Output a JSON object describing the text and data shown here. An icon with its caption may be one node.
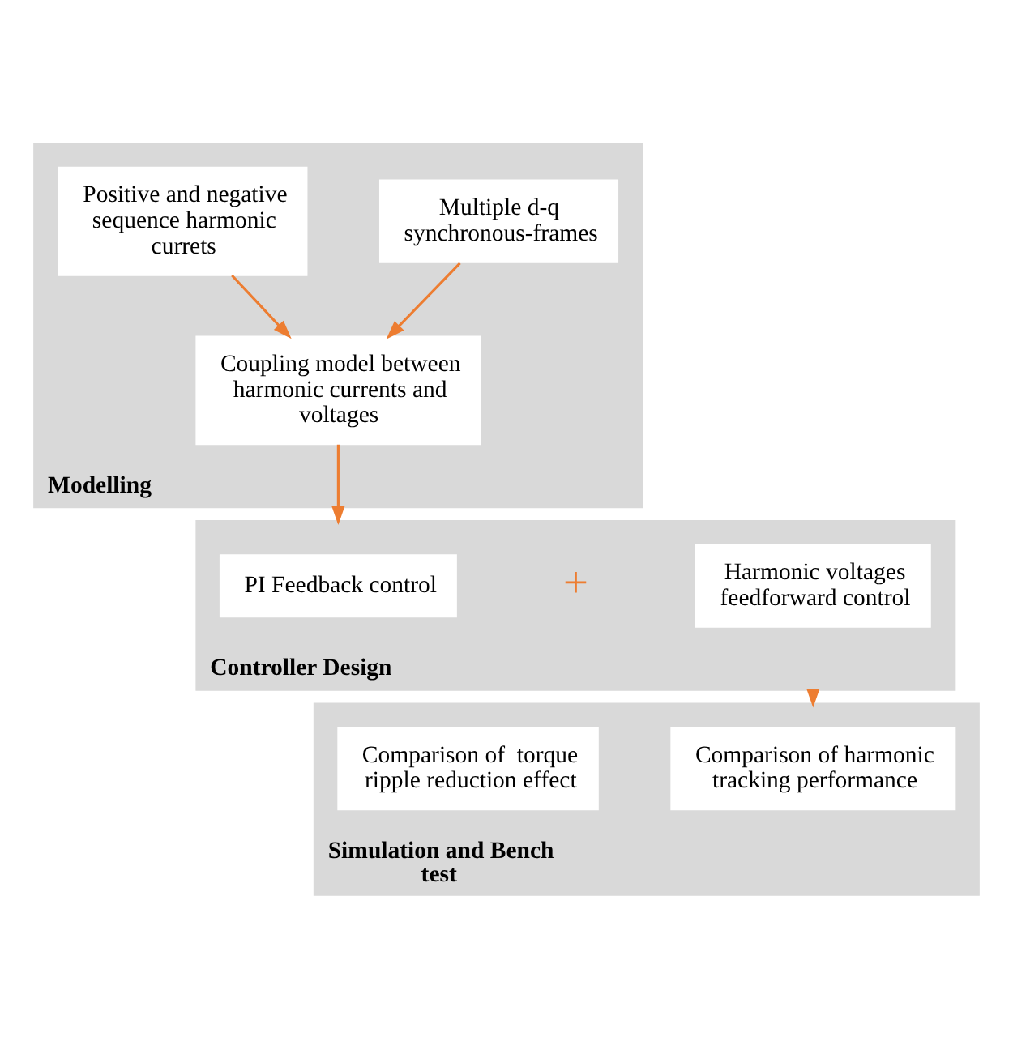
{
  "diagram": {
    "nodes": [
      {
        "text": [
          "Modelling"
        ]
      },
      {
        "text": [
          "Multiple d-q synchronous-frames"
        ],
        "in": 0
      },
      {
        "text": [
          "Positive and negative sequence harmonic currets"
        ],
        "in": 0
      },
      {
        "text": [
          "Coupling model between harmonic currents and voltages"
        ],
        "in": 0
      },
      {
        "text": [
          "Controller Design"
        ]
      },
      {
        "text": [
          "PI Feedback control"
        ],
        "in": 4
      },
      {
        "text": [
          "Harmonic voltages feedforward control"
        ],
        "in": 4
      },
      {
        "text": [
          "Simulation and Bench test"
        ]
      },
      {
        "text": [
          "Comparison of harmonic tracking performance"
        ],
        "in": 7
      },
      {
        "text": [
          "Comparison of  torque ripple reduction effect"
        ],
        "in": 7
      }
    ],
    "edges": [
      {
        "from": 1,
        "to": 3,
        "arrow": "to"
      },
      {
        "from": 2,
        "to": 3,
        "arrow": "to"
      },
      {
        "from": 3,
        "to": 4,
        "arrow": "to"
      },
      {
        "from": 4,
        "to": 7,
        "arrow": "to"
      }
    ],
    "labels": [
      "+"
    ]
  }
}
